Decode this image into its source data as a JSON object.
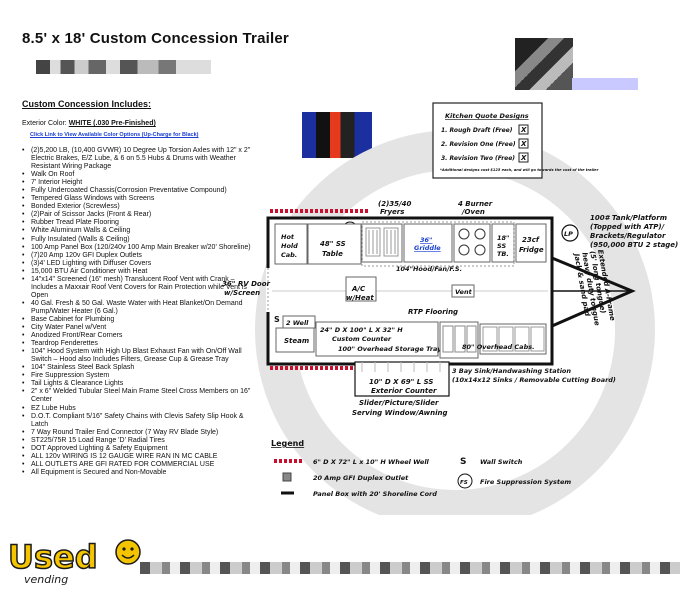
{
  "title": "8.5' x 18' Custom Concession Trailer",
  "includes_heading": "Custom Concession Includes:",
  "exterior_color_label": "Exterior Color:",
  "exterior_color_value": "WHITE (.030 Pre-Finished)",
  "color_link": "Click Link to View Available Color Options (Up-Charge for Black)",
  "features": [
    "(2)5,200 LB, (10,400 GVWR) 10 Degree Up Torsion Axles with 12\" x 2\" Electric Brakes, E/Z Lube, & 6 on 5.5 Hubs & Drums with Weather Resistant Wiring Package",
    "Walk On Roof",
    "7' Interior Height",
    "Fully Undercoated Chassis(Corrosion Preventative Compound)",
    "Tempered Glass Windows with Screens",
    "Bonded Exterior (Screwless)",
    "(2)Pair of Scissor Jacks (Front & Rear)",
    "Rubber Tread Plate Flooring",
    "White Aluminum Walls & Ceiling",
    "Fully Insulated (Walls & Ceiling)",
    "100 Amp Panel Box (120/240v 100 Amp Main Breaker w/20' Shoreline)",
    "(7)20 Amp 120v GFI Duplex Outlets",
    "(3)4' LED Lighting with Diffuser Covers",
    "15,000 BTU Air Conditioner with Heat",
    "14\"x14\" Screened (16\" mesh) Translucent Roof Vent with Crank – Includes a Maxxair Roof Vent Covers for Rain Protection while Vent is Open",
    "40 Gal. Fresh & 50 Gal. Waste Water with Heat Blanket/On Demand Pump/Water Heater (6 Gal.)",
    "Base Cabinet for Plumbing",
    "City Water Panel w/Vent",
    "Anodized Front/Rear Corners",
    "Teardrop Fenderettes",
    "104\" Hood System with High Up Blast Exhaust Fan with On/Off Wall Switch – Hood also Includes Filters, Grease Cup & Grease Tray",
    "104\" Stainless Steel Back Splash",
    "Fire Suppression System",
    "Tail Lights & Clearance Lights",
    "2\" x 6\" Welded Tubular Steel Main Frame Steel Cross Members on 16\" Center",
    "EZ Lube Hubs",
    "D.O.T. Compliant 5/16\" Safety Chains with Clevis Safety Slip Hook & Latch",
    "7 Way Round Trailer End Connector (7 Way RV Blade Style)",
    "ST225/75R 15 Load Range 'D' Radial Tires",
    "DOT Approved Lighting & Safety Equipment",
    "ALL 120v WIRING IS 12 GAUGE WIRE RAN IN MC CABLE",
    "ALL OUTLETS ARE GFI RATED FOR COMMERCIAL USE",
    "All Equipment is Secured and Non-Movable"
  ],
  "quote_box": {
    "title": "Kitchen Quote Designs",
    "rows": [
      {
        "label": "1. Rough Draft (Free)",
        "mark": "X"
      },
      {
        "label": "2. Revision One (Free)",
        "mark": "X"
      },
      {
        "label": "3. Revision Two (Free)",
        "mark": "X"
      }
    ],
    "note": "*Additional designs cost $125 each, and will go towards the cost of the trailer"
  },
  "diagram": {
    "fryers": "(2)35/40",
    "fryers2": "Fryers",
    "oven": "4 Burner",
    "oven2": "/Oven",
    "tank": "100# Tank/Platform",
    "tank2": "(Topped with ATP)/",
    "tank3": "Brackets/Regulator",
    "tank4": "(950,000 BTU 2 stage)",
    "fs": "FS",
    "lp": "LP",
    "hot_hold": "Hot",
    "hot_hold2": "Hold",
    "hot_hold3": "Cab.",
    "ss_table": "48\" SS",
    "ss_table2": "Table",
    "griddle": "36\"",
    "griddle2": "Griddle",
    "ss_tb": "18\"",
    "ss_tb2": "SS",
    "ss_tb3": "TB.",
    "fridge": "23cf",
    "fridge2": "Fridge",
    "hood": "104\"Hood/Fan/F.S.",
    "rv_door": "36\" RV Door",
    "rv_door2": "w/Screen",
    "ac": "A/C",
    "ac2": "w/Heat",
    "vent": "Vent",
    "aframe": "Extended A-Frame",
    "aframe2": "(5' long tongue)",
    "aframe3": "heavy duty tongue",
    "aframe4": "Jack & sand pad",
    "rtp": "RTP Flooring",
    "s_label": "S",
    "two_well": "2 Well",
    "steam": "Steam",
    "counter": "24\" D X 100\" L X 32\" H",
    "counter2": "Custom Counter",
    "storage": "100\" Overhead Storage Tray",
    "overhead": "80\" Overhead Cabs.",
    "sink": "3 Bay Sink/Handwashing Station",
    "sink2": "(10x14x12 Sinks / Removable Cutting Board)",
    "ext_counter": "10\" D X 69\" L SS",
    "ext_counter2": "Exterior Counter",
    "window": "Slider/Picture/Slider",
    "window2": "Serving Window/Awning"
  },
  "legend": {
    "title": "Legend",
    "wheel_well": "6\" D X 72\" L x 10\" H Wheel Well",
    "outlet": "20 Amp GFI Duplex Outlet",
    "panel": "Panel Box with 20' Shoreline Cord",
    "s_symbol": "S",
    "wall_switch": "Wall Switch",
    "fs_symbol": "FS",
    "fire": "Fire Suppression System"
  },
  "logo": {
    "word1": "Used",
    "word2": "vending"
  },
  "colors": {
    "accent_red": "#c8102e",
    "logo_yellow": "#f5c400",
    "link_blue": "#1a3fd1"
  }
}
